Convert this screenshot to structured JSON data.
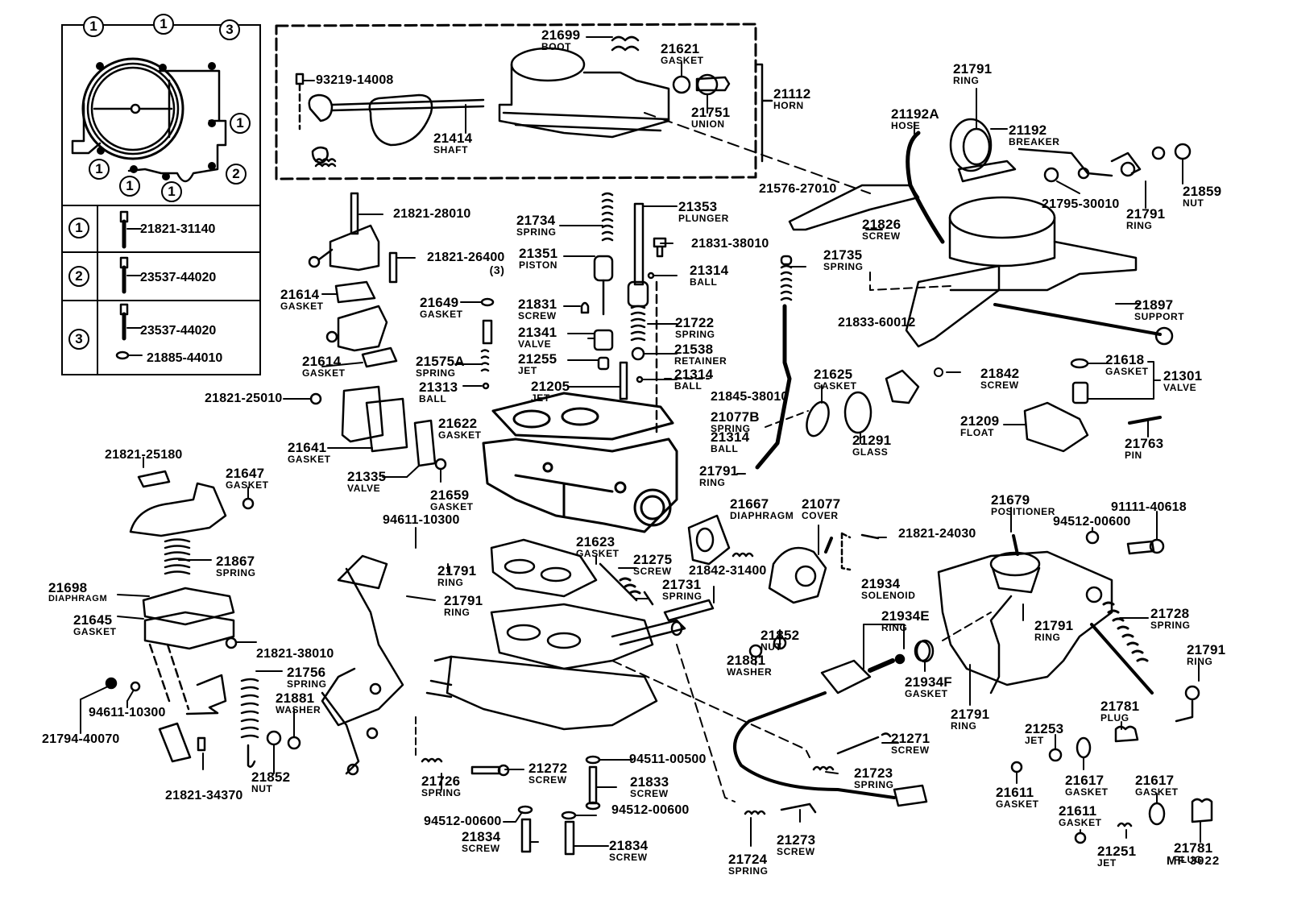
{
  "diagram": {
    "title": "Carburetor exploded parts diagram",
    "code": "MF 3022",
    "line_color": "#000000",
    "background": "#ffffff"
  },
  "legend": {
    "markers": [
      "1",
      "1",
      "3",
      "1",
      "2",
      "1",
      "1",
      "1"
    ],
    "rows": [
      {
        "key": "1",
        "parts": [
          "21821-31140"
        ]
      },
      {
        "key": "2",
        "parts": [
          "23537-44020"
        ]
      },
      {
        "key": "3",
        "parts": [
          "23537-44020",
          "21885-44010"
        ]
      }
    ]
  },
  "horn_group": {
    "assembly": {
      "number": "21112",
      "name": "HORN"
    },
    "parts": [
      {
        "number": "93219-14008",
        "name": ""
      },
      {
        "number": "21414",
        "name": "SHAFT"
      },
      {
        "number": "21699",
        "name": "BOOT"
      },
      {
        "number": "21621",
        "name": "GASKET"
      },
      {
        "number": "21751",
        "name": "UNION"
      }
    ]
  },
  "labels": [
    {
      "number": "21791",
      "name": "RING"
    },
    {
      "number": "21192A",
      "name": "HOSE"
    },
    {
      "number": "21192",
      "name": "BREAKER"
    },
    {
      "number": "21795-30010",
      "name": ""
    },
    {
      "number": "21791",
      "name": "RING"
    },
    {
      "number": "21859",
      "name": "NUT"
    },
    {
      "number": "21576-27010",
      "name": ""
    },
    {
      "number": "21826",
      "name": "SCREW"
    },
    {
      "number": "21735",
      "name": "SPRING"
    },
    {
      "number": "21833-60012",
      "name": ""
    },
    {
      "number": "21897",
      "name": "SUPPORT"
    },
    {
      "number": "21821-28010",
      "name": ""
    },
    {
      "number": "21821-26400",
      "name": "(3)"
    },
    {
      "number": "21614",
      "name": "GASKET"
    },
    {
      "number": "21649",
      "name": "GASKET"
    },
    {
      "number": "21614",
      "name": "GASKET"
    },
    {
      "number": "21575A",
      "name": "SPRING"
    },
    {
      "number": "21313",
      "name": "BALL"
    },
    {
      "number": "21734",
      "name": "SPRING"
    },
    {
      "number": "21351",
      "name": "PISTON"
    },
    {
      "number": "21831",
      "name": "SCREW"
    },
    {
      "number": "21341",
      "name": "VALVE"
    },
    {
      "number": "21255",
      "name": "JET"
    },
    {
      "number": "21205",
      "name": "JET"
    },
    {
      "number": "21353",
      "name": "PLUNGER"
    },
    {
      "number": "21831-38010",
      "name": ""
    },
    {
      "number": "21314",
      "name": "BALL"
    },
    {
      "number": "21722",
      "name": "SPRING"
    },
    {
      "number": "21538",
      "name": "RETAINER"
    },
    {
      "number": "21314",
      "name": "BALL"
    },
    {
      "number": "21845-38010",
      "name": ""
    },
    {
      "number": "21077B",
      "name": "SPRING"
    },
    {
      "number": "21314",
      "name": "BALL"
    },
    {
      "number": "21791",
      "name": "RING"
    },
    {
      "number": "21625",
      "name": "GASKET"
    },
    {
      "number": "21291",
      "name": "GLASS"
    },
    {
      "number": "21842",
      "name": "SCREW"
    },
    {
      "number": "21618",
      "name": "GASKET"
    },
    {
      "number": "21301",
      "name": "VALVE"
    },
    {
      "number": "21209",
      "name": "FLOAT"
    },
    {
      "number": "21763",
      "name": "PIN"
    },
    {
      "number": "21821-25010",
      "name": ""
    },
    {
      "number": "21641",
      "name": "GASKET"
    },
    {
      "number": "21622",
      "name": "GASKET"
    },
    {
      "number": "21335",
      "name": "VALVE"
    },
    {
      "number": "21659",
      "name": "GASKET"
    },
    {
      "number": "21821-25180",
      "name": ""
    },
    {
      "number": "21647",
      "name": "GASKET"
    },
    {
      "number": "21867",
      "name": "SPRING"
    },
    {
      "number": "21698",
      "name": "DIAPHRAGM"
    },
    {
      "number": "21645",
      "name": "GASKET"
    },
    {
      "number": "21821-38010",
      "name": ""
    },
    {
      "number": "21756",
      "name": "SPRING"
    },
    {
      "number": "94611-10300",
      "name": ""
    },
    {
      "number": "21794-40070",
      "name": ""
    },
    {
      "number": "21881",
      "name": "WASHER"
    },
    {
      "number": "21852",
      "name": "NUT"
    },
    {
      "number": "21821-34370",
      "name": ""
    },
    {
      "number": "94611-10300",
      "name": ""
    },
    {
      "number": "21791",
      "name": "RING"
    },
    {
      "number": "21791",
      "name": "RING"
    },
    {
      "number": "21623",
      "name": "GASKET"
    },
    {
      "number": "21275",
      "name": "SCREW"
    },
    {
      "number": "21731",
      "name": "SPRING"
    },
    {
      "number": "21842-31400",
      "name": ""
    },
    {
      "number": "21667",
      "name": "DIAPHRAGM"
    },
    {
      "number": "21077",
      "name": "COVER"
    },
    {
      "number": "21821-24030",
      "name": ""
    },
    {
      "number": "21881",
      "name": "WASHER"
    },
    {
      "number": "21852",
      "name": "NUT"
    },
    {
      "number": "21934",
      "name": "SOLENOID"
    },
    {
      "number": "21934E",
      "name": "RING"
    },
    {
      "number": "21934F",
      "name": "GASKET"
    },
    {
      "number": "21791",
      "name": "RING"
    },
    {
      "number": "21679",
      "name": "POSITIONER"
    },
    {
      "number": "94512-00600",
      "name": ""
    },
    {
      "number": "91111-40618",
      "name": ""
    },
    {
      "number": "21791",
      "name": "RING"
    },
    {
      "number": "21728",
      "name": "SPRING"
    },
    {
      "number": "21791",
      "name": "RING"
    },
    {
      "number": "21726",
      "name": "SPRING"
    },
    {
      "number": "21272",
      "name": "SCREW"
    },
    {
      "number": "94511-00500",
      "name": ""
    },
    {
      "number": "21833",
      "name": "SCREW"
    },
    {
      "number": "94512-00600",
      "name": ""
    },
    {
      "number": "94512-00600",
      "name": ""
    },
    {
      "number": "21834",
      "name": "SCREW"
    },
    {
      "number": "21834",
      "name": "SCREW"
    },
    {
      "number": "21271",
      "name": "SCREW"
    },
    {
      "number": "21723",
      "name": "SPRING"
    },
    {
      "number": "21724",
      "name": "SPRING"
    },
    {
      "number": "21273",
      "name": "SCREW"
    },
    {
      "number": "21781",
      "name": "PLUG"
    },
    {
      "number": "21253",
      "name": "JET"
    },
    {
      "number": "21611",
      "name": "GASKET"
    },
    {
      "number": "21617",
      "name": "GASKET"
    },
    {
      "number": "21617",
      "name": "GASKET"
    },
    {
      "number": "21611",
      "name": "GASKET"
    },
    {
      "number": "21251",
      "name": "JET"
    },
    {
      "number": "21781",
      "name": "PLUG"
    }
  ]
}
